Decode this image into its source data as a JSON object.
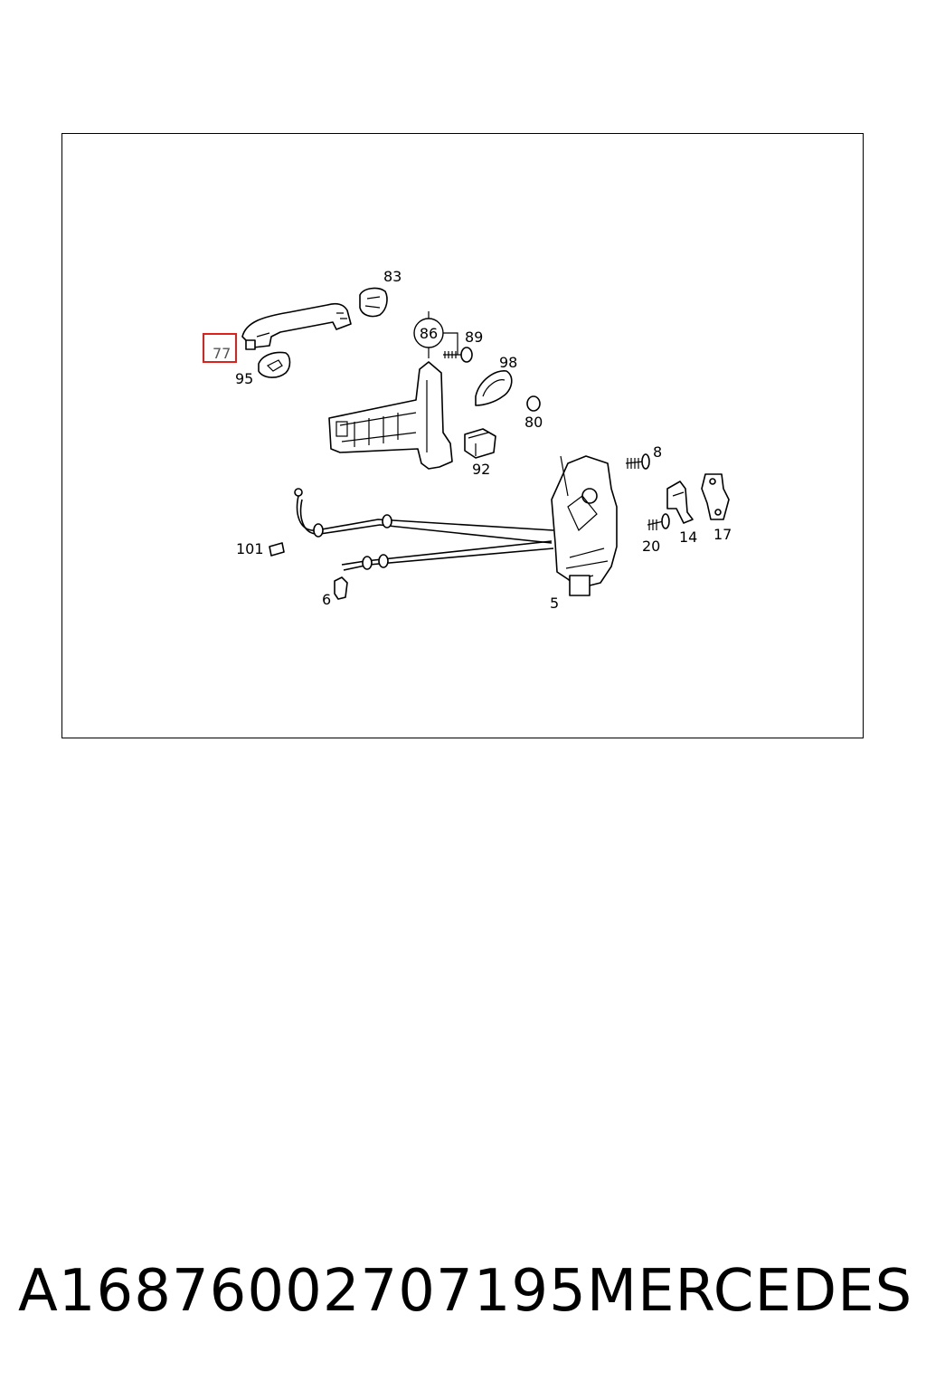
{
  "diagram": {
    "callouts": {
      "c77": "77",
      "c95": "95",
      "c83": "83",
      "c86": "86",
      "c89": "89",
      "c98": "98",
      "c80": "80",
      "c92": "92",
      "c8": "8",
      "c20": "20",
      "c14": "14",
      "c17": "17",
      "c101": "101",
      "c6": "6",
      "c5": "5"
    },
    "highlight_color": "#e0201b"
  },
  "footer": {
    "part_number": "A16876002707195",
    "brand": "MERCEDES"
  }
}
